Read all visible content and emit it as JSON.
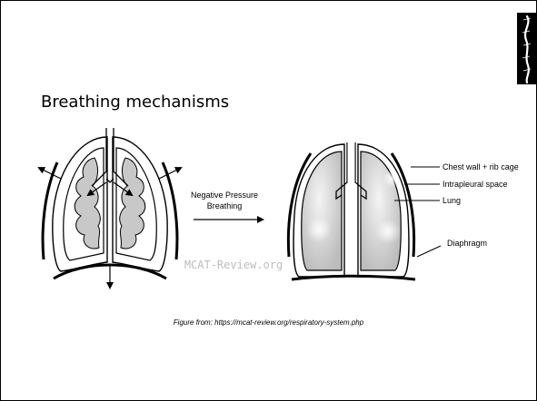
{
  "slide": {
    "title": "Breathing mechanisms",
    "caption": "Figure from: https://mcat-review.org/respiratory-system.php",
    "logo_icon": "spine-logo-icon"
  },
  "diagram": {
    "arrow_label_line1": "Negative Pressure",
    "arrow_label_line2": "Breathing",
    "watermark": "MCAT-Review.org",
    "labels": {
      "chest_wall": "Chest wall + rib cage",
      "intrapleural": "Intrapleural space",
      "lung": "Lung",
      "diaphragm": "Diaphragm"
    },
    "colors": {
      "lung_fill": "#c8c8c8",
      "line": "#000000",
      "watermark": "#bdbdbd"
    }
  }
}
